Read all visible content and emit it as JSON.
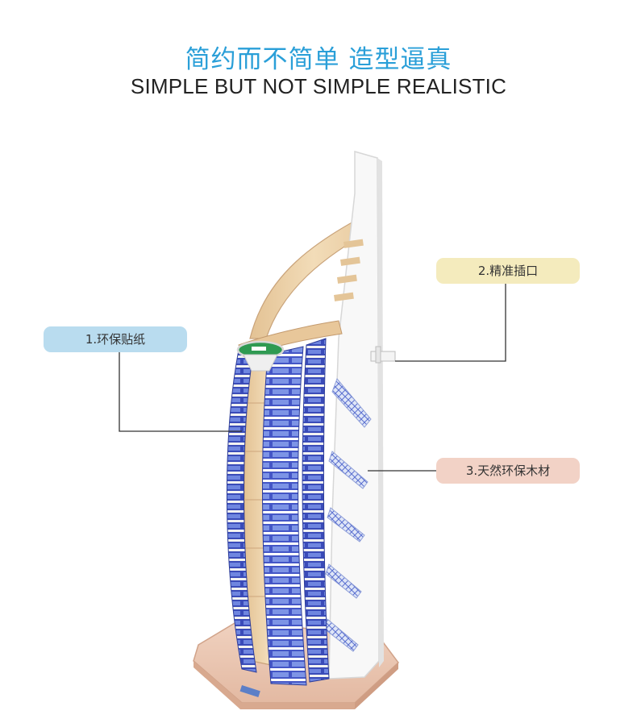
{
  "header": {
    "title_cn": "简约而不简单 造型逼真",
    "title_en": "SIMPLE BUT NOT SIMPLE REALISTIC"
  },
  "callouts": [
    {
      "label": "1.环保贴纸",
      "color": "#b9dcef"
    },
    {
      "label": "2.精准插口",
      "color": "#f4ebbd"
    },
    {
      "label": "3.天然环保木材",
      "color": "#f2d2c6"
    }
  ],
  "colors": {
    "title_accent": "#2a9fd8",
    "wood": "#e9cfa5",
    "glass_blue": "#4a5fcf",
    "white_panel": "#f7f7f7"
  }
}
